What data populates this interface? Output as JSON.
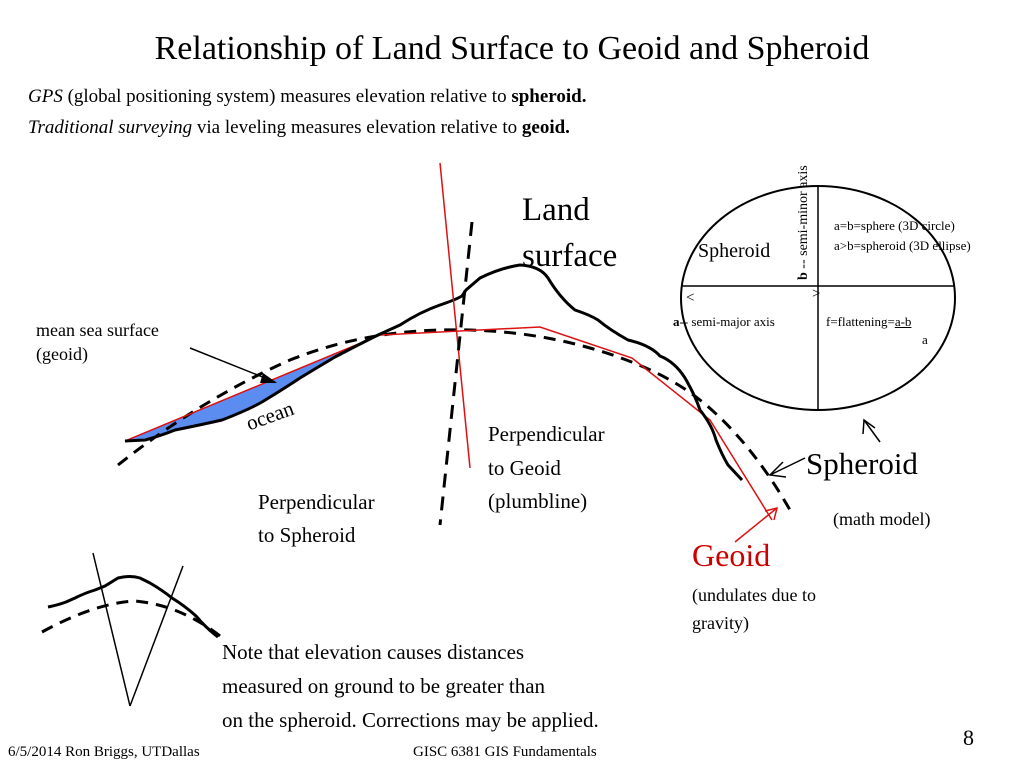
{
  "slide": {
    "title": "Relationship of Land Surface to Geoid and Spheroid",
    "intro": {
      "gps_term": "GPS",
      "gps_text": " (global positioning system) measures elevation relative to ",
      "gps_bold": "spheroid.",
      "trad_term": "Traditional surveying",
      "trad_text": " via leveling measures elevation relative to ",
      "trad_bold": "geoid."
    }
  },
  "diagram": {
    "land_surface_line1": "Land",
    "land_surface_line2": "surface",
    "mean_sea_line1": "mean sea surface",
    "mean_sea_line2": "(geoid)",
    "ocean": "ocean",
    "perp_geoid_line1": "Perpendicular",
    "perp_geoid_line2": "to Geoid",
    "perp_geoid_line3": "(plumbline)",
    "perp_spheroid_line1": "Perpendicular",
    "perp_spheroid_line2": "to Spheroid",
    "spheroid": "Spheroid",
    "spheroid_note": "(math model)",
    "geoid": "Geoid",
    "geoid_note_line1": "(undulates due to",
    "geoid_note_line2": "gravity)"
  },
  "ellipse_inset": {
    "spheroid": "Spheroid",
    "minor_axis_b": "b",
    "minor_axis_text": " -- semi-minor axis",
    "sphere_rule": "a=b=sphere (3D circle)",
    "spheroid_rule": "a>b=spheroid (3D ellipse)",
    "arrow_left": "<",
    "arrow_right": ">",
    "major_axis_a": "a",
    "major_axis_text": "-- semi-major axis",
    "flattening_prefix": "f=flattening=",
    "flattening_numerator": "a-b",
    "flattening_denominator": "a"
  },
  "note": {
    "line1": "Note that elevation causes distances",
    "line2": "measured on ground to be greater than",
    "line3": "on the spheroid. Corrections may be applied."
  },
  "footer": {
    "left": "6/5/2014  Ron Briggs, UTDallas",
    "center": "GISC 6381  GIS Fundamentals",
    "page": "8"
  },
  "colors": {
    "ocean": "#5b8df0",
    "geoid_line": "#dd1111",
    "geoid_label": "#cc0000"
  }
}
